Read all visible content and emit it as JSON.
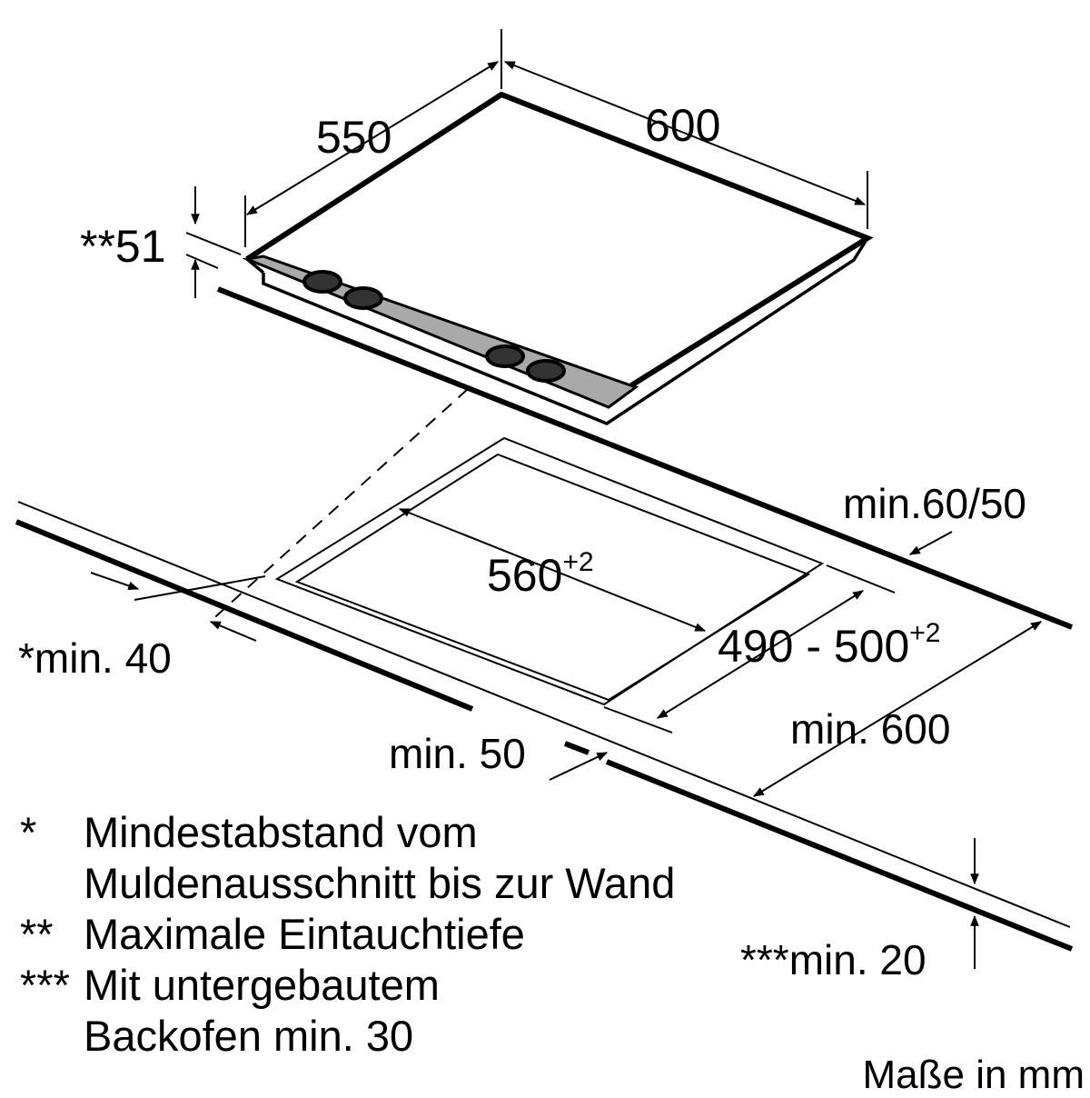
{
  "dimensions": {
    "width_depth": "550",
    "width_length": "600",
    "depth": "**51",
    "cutout_width": "560",
    "cutout_width_tol": "+2",
    "cutout_depth": "490 - 500",
    "cutout_depth_tol": "+2",
    "min_front": "min.60/50",
    "min_wall": "*min. 40",
    "min_side": "min. 50",
    "min_counter": "min. 600",
    "min_thickness": "***min. 20"
  },
  "legend": [
    {
      "mark": "*",
      "lines": [
        "Mindestabstand vom",
        "Muldenausschnitt bis zur Wand"
      ]
    },
    {
      "mark": "**",
      "lines": [
        "Maximale Eintauchtiefe"
      ]
    },
    {
      "mark": "***",
      "lines": [
        "Mit untergebautem",
        "Backofen min. 30"
      ]
    }
  ],
  "units": "Maße in mm"
}
